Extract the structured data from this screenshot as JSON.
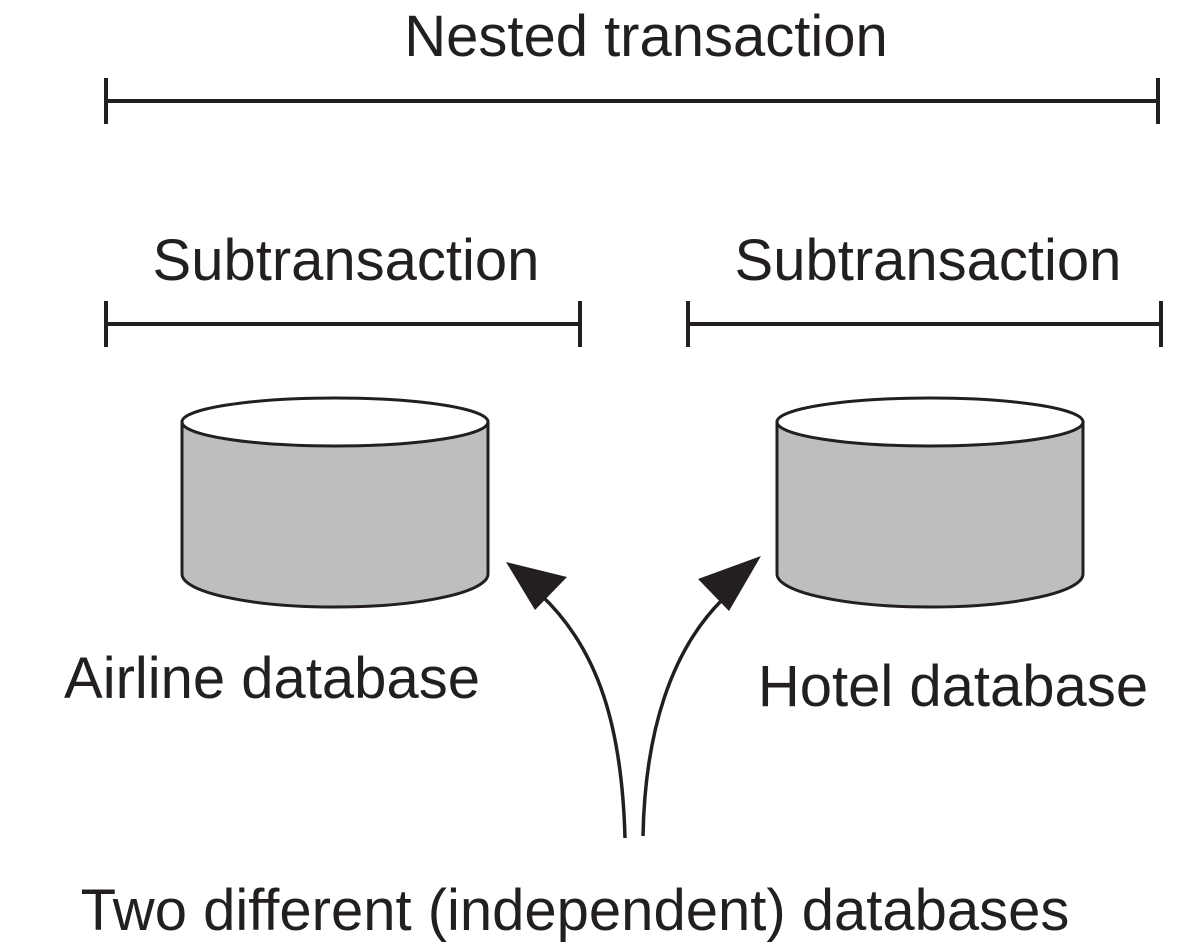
{
  "nested": {
    "label": "Nested transaction"
  },
  "subtransactions": [
    {
      "label": "Subtransaction"
    },
    {
      "label": "Subtransaction"
    }
  ],
  "databases": [
    {
      "label": "Airline database"
    },
    {
      "label": "Hotel database"
    }
  ],
  "caption": "Two different (independent) databases",
  "colors": {
    "ink": "#231f20",
    "cylinder_fill": "#bcbec0",
    "cylinder_top": "#ffffff"
  }
}
